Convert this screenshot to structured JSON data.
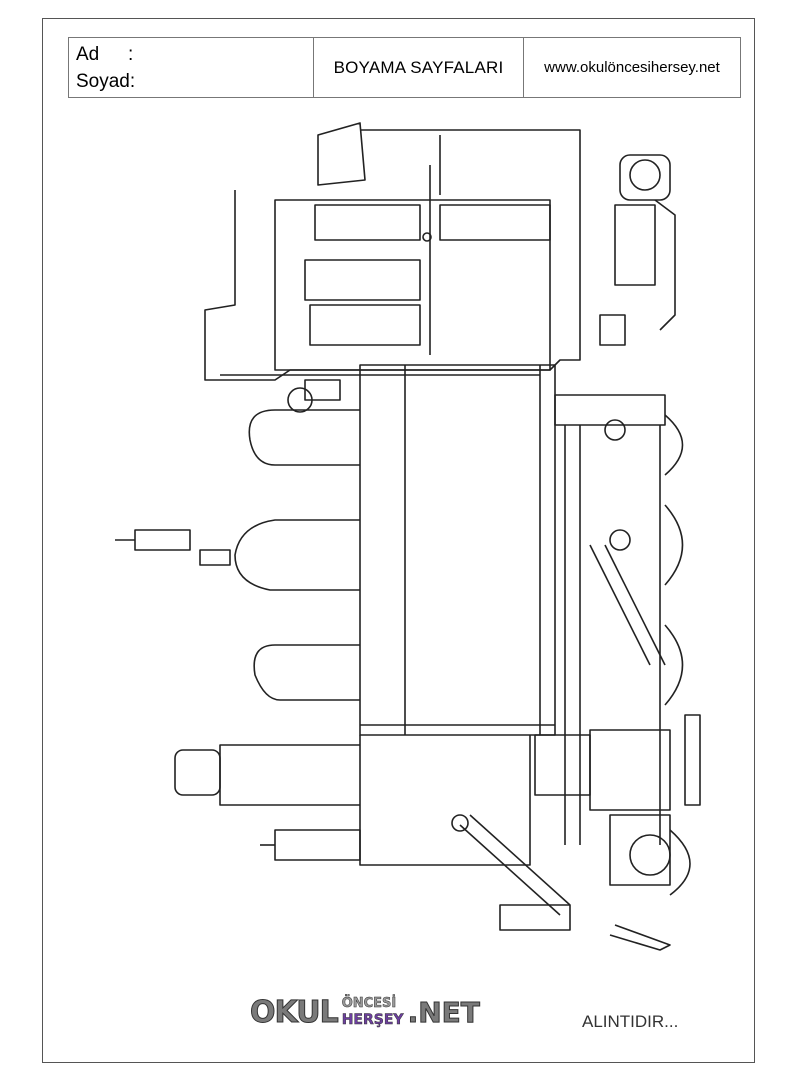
{
  "header": {
    "name_label": "Ad",
    "name_colon": ":",
    "surname_label": "Soyad:",
    "title": "BOYAMA SAYFALARI",
    "website": "www.okulöncesihersey.net"
  },
  "logo": {
    "okul": "OKUL",
    "oncesi": "ÖNCESİ",
    "hersey": "HERŞEY",
    "net": ".NET"
  },
  "footer": {
    "credit": "ALINTIDIR..."
  }
}
